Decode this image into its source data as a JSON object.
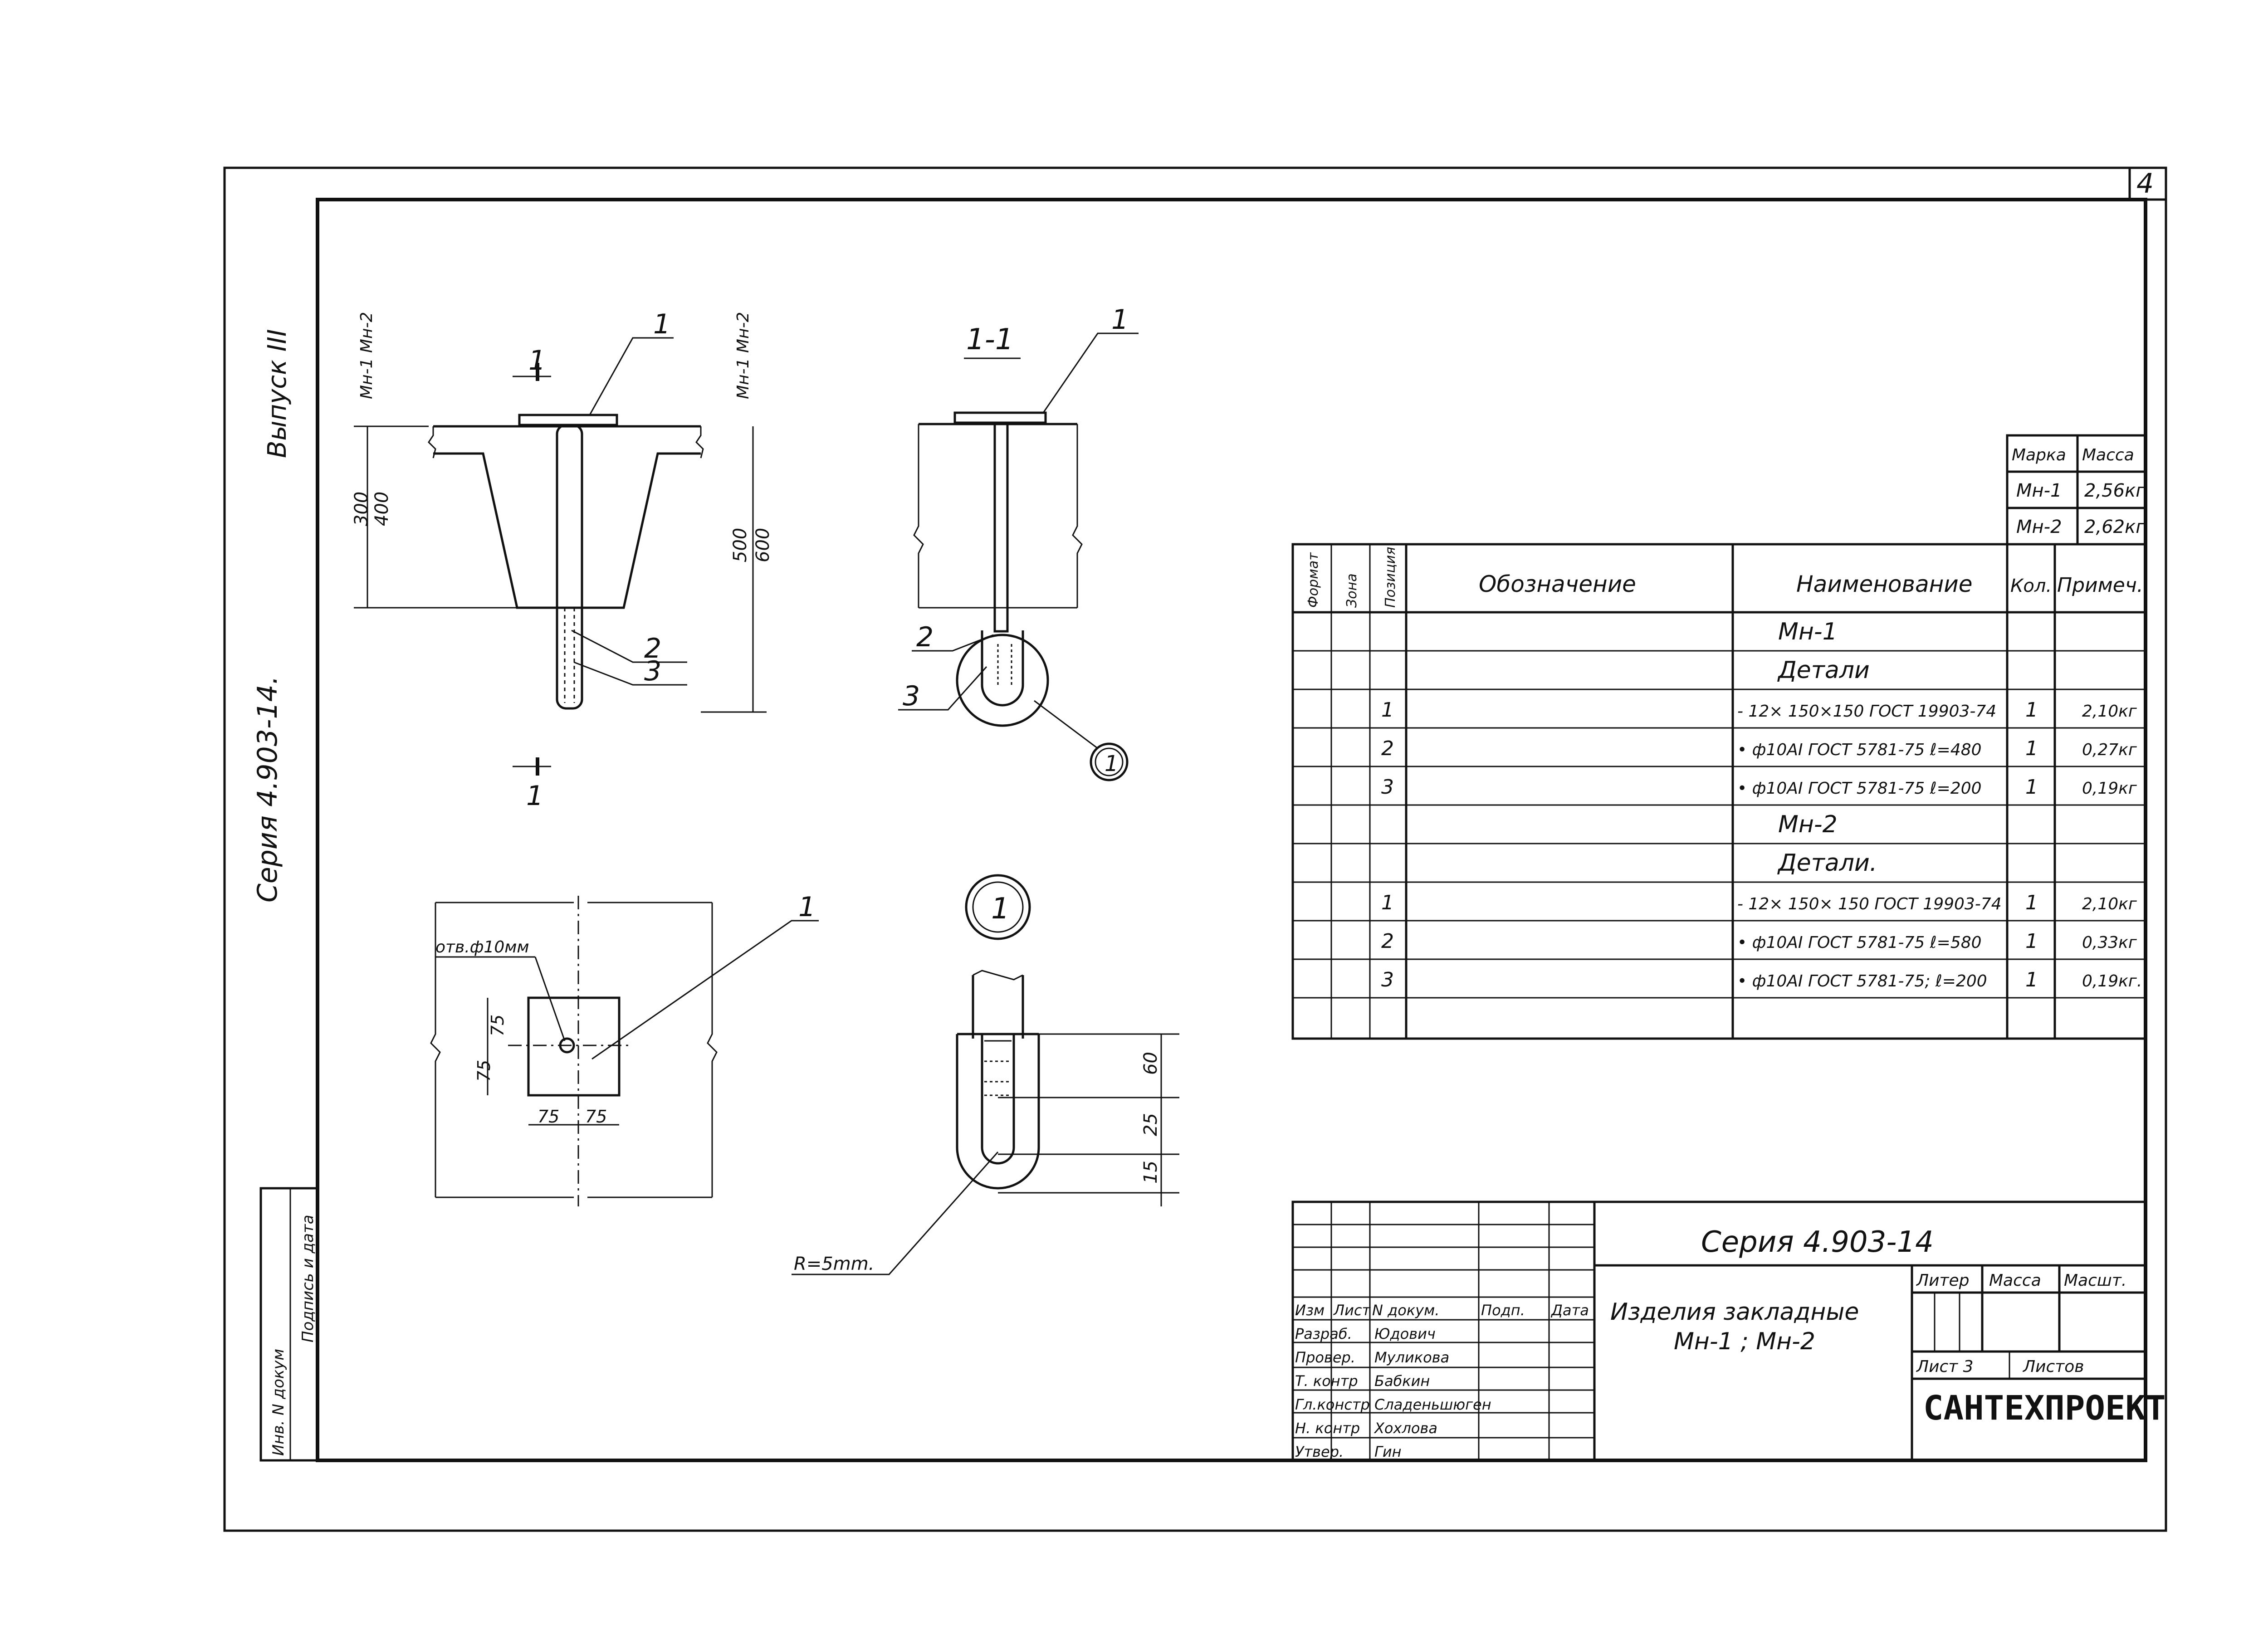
{
  "sheet": {
    "sheet_number": "4",
    "series_vertical": "Серия  4.903-14.",
    "issue_vertical": "Выпуск III"
  },
  "left_margin_labels": [
    "Инв. N докум",
    "Подпись и дата"
  ],
  "section_views": {
    "view1": {
      "cut_label_top": "1",
      "cut_label_bottom": "1",
      "callout_1": "1",
      "callout_2": "2",
      "callout_3": "3",
      "mark_left": "Мн-1\nМн-2",
      "mark_right": "Мн-1\nМн-2",
      "dim_left_1": "300",
      "dim_left_2": "400",
      "dim_right_1": "500",
      "dim_right_2": "600"
    },
    "view2": {
      "title": "1-1",
      "callout_1": "1",
      "callout_2": "2",
      "callout_3": "3",
      "detail_callout": "1"
    },
    "plan": {
      "hole_label": "отв.ф10мм",
      "callout_1": "1",
      "dim_75_a": "75",
      "dim_75_b": "75",
      "dim_75_c": "75",
      "dim_75_d": "75"
    },
    "detail": {
      "detail_callout": "1",
      "dim_60": "60",
      "dim_25": "25",
      "dim_15": "15",
      "radius_label": "R=5mm."
    }
  },
  "mass_table": {
    "headers": [
      "Марка",
      "Масса"
    ],
    "rows": [
      [
        "Мн-1",
        "2,56кг"
      ],
      [
        "Мн-2",
        "2,62кг"
      ]
    ]
  },
  "spec_table": {
    "headers": [
      "Формат",
      "Зона",
      "Позиция",
      "Обозначение",
      "Наименование",
      "Кол.",
      "Примеч."
    ],
    "rows": [
      {
        "pos": "",
        "name": "Мн-1",
        "qty": "",
        "note": "",
        "title": true
      },
      {
        "pos": "",
        "name": "Детали",
        "qty": "",
        "note": "",
        "title": true
      },
      {
        "pos": "1",
        "name": "- 12× 150×150  ГОСТ 19903-74",
        "qty": "1",
        "note": "2,10кг"
      },
      {
        "pos": "2",
        "name": "• ф10АI ГОСТ 5781-75  ℓ=480",
        "qty": "1",
        "note": "0,27кг"
      },
      {
        "pos": "3",
        "name": "• ф10АI ГОСТ 5781-75 ℓ=200",
        "qty": "1",
        "note": "0,19кг"
      },
      {
        "pos": "",
        "name": "Мн-2",
        "qty": "",
        "note": "",
        "title": true
      },
      {
        "pos": "",
        "name": "Детали.",
        "qty": "",
        "note": "",
        "title": true
      },
      {
        "pos": "1",
        "name": "- 12× 150× 150  ГОСТ 19903-74",
        "qty": "1",
        "note": "2,10кг"
      },
      {
        "pos": "2",
        "name": "• ф10АI ГОСТ  5781-75 ℓ=580",
        "qty": "1",
        "note": "0,33кг"
      },
      {
        "pos": "3",
        "name": "• ф10АI  ГОСТ 5781-75; ℓ=200",
        "qty": "1",
        "note": "0,19кг."
      },
      {
        "pos": "",
        "name": "",
        "qty": "",
        "note": ""
      }
    ]
  },
  "title_block": {
    "series": "Серия   4.903-14",
    "title_line1": "Изделия  закладные",
    "title_line2": "Мн-1 ;  Мн-2",
    "col_headers": [
      "Изм",
      "Лист",
      "N докум.",
      "Подп.",
      "Дата"
    ],
    "people": [
      [
        "Разраб.",
        "Юдович"
      ],
      [
        "Провер.",
        "Муликова"
      ],
      [
        "Т. контр",
        "Бабкин"
      ],
      [
        "Гл.констр",
        "Сладеньшюген"
      ],
      [
        "Н. контр",
        "Хохлова"
      ],
      [
        "Утвер.",
        "Гин"
      ]
    ],
    "liter_label": "Литер",
    "mass_label": "Масса",
    "scale_label": "Масшт.",
    "sheet_label": "Лист 3",
    "sheets_label": "Листов",
    "organization": "САНТЕХПРОЕКТ"
  }
}
